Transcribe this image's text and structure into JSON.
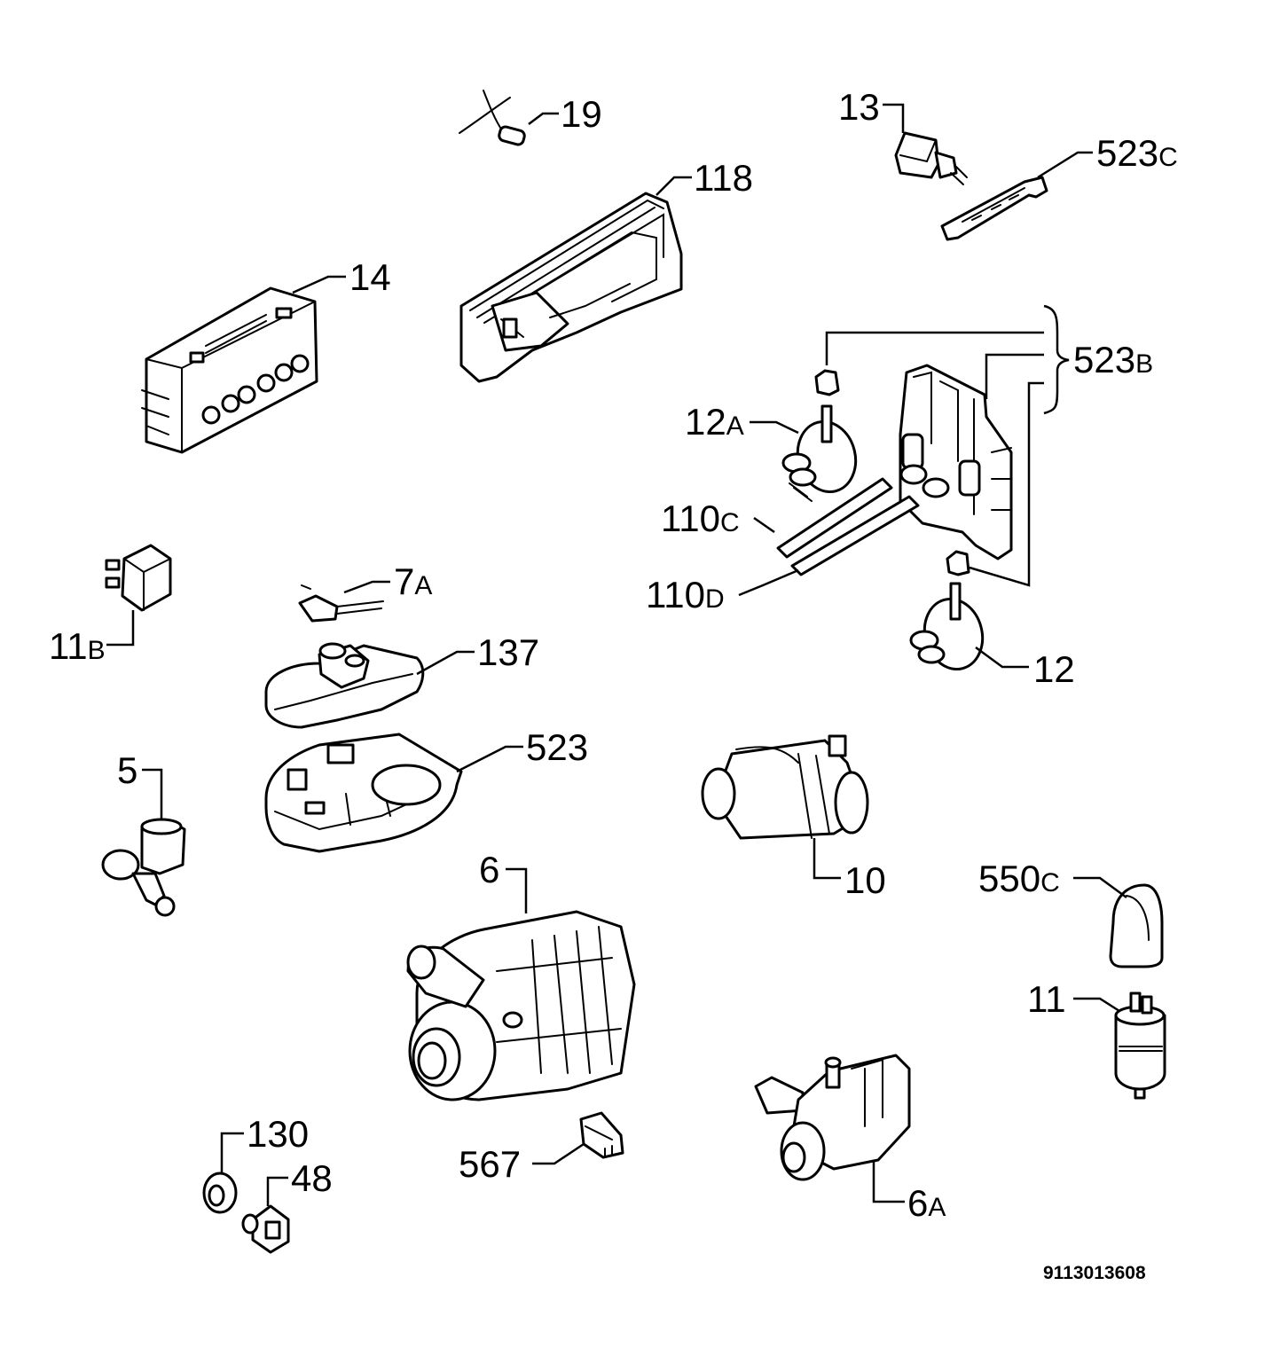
{
  "labels": {
    "p19": {
      "num": "19",
      "suffix": ""
    },
    "p118": {
      "num": "118",
      "suffix": ""
    },
    "p13": {
      "num": "13",
      "suffix": ""
    },
    "p523c": {
      "num": "523",
      "suffix": "C"
    },
    "p14": {
      "num": "14",
      "suffix": ""
    },
    "p523b": {
      "num": "523",
      "suffix": "B"
    },
    "p12a": {
      "num": "12",
      "suffix": "A"
    },
    "p110c": {
      "num": "110",
      "suffix": "C"
    },
    "p110d": {
      "num": "110",
      "suffix": "D"
    },
    "p12": {
      "num": "12",
      "suffix": ""
    },
    "p7a": {
      "num": "7",
      "suffix": "A"
    },
    "p11b": {
      "num": "11",
      "suffix": "B"
    },
    "p137": {
      "num": "137",
      "suffix": ""
    },
    "p523": {
      "num": "523",
      "suffix": ""
    },
    "p5": {
      "num": "5",
      "suffix": ""
    },
    "p10": {
      "num": "10",
      "suffix": ""
    },
    "p6": {
      "num": "6",
      "suffix": ""
    },
    "p550c": {
      "num": "550",
      "suffix": "C"
    },
    "p11": {
      "num": "11",
      "suffix": ""
    },
    "p130": {
      "num": "130",
      "suffix": ""
    },
    "p48": {
      "num": "48",
      "suffix": ""
    },
    "p567": {
      "num": "567",
      "suffix": ""
    },
    "p6a": {
      "num": "6",
      "suffix": "A"
    }
  },
  "document_number": "9113013608"
}
